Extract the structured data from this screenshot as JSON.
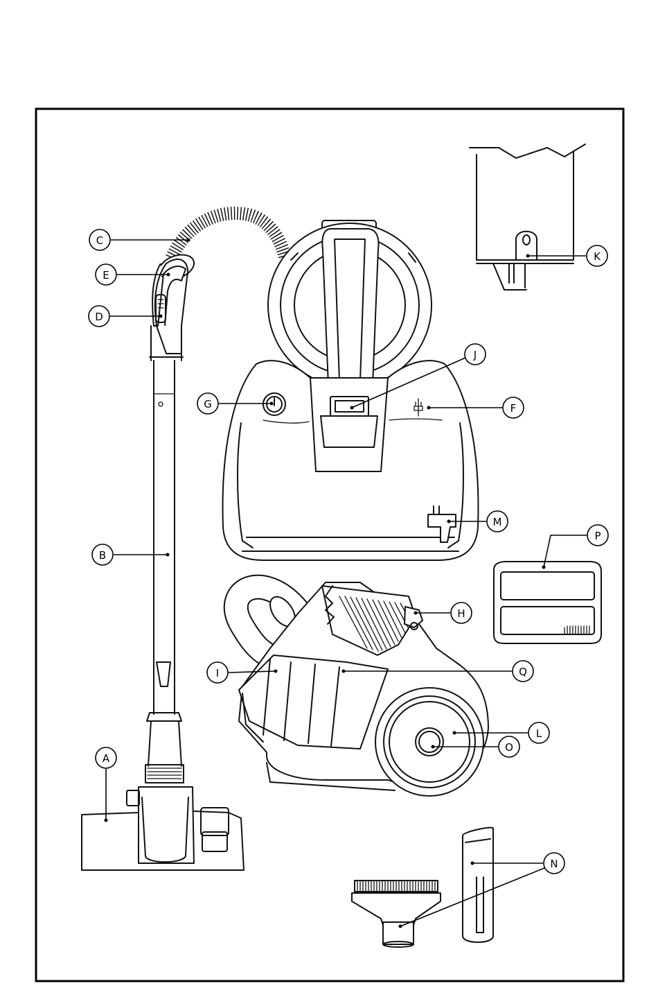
{
  "figure": {
    "callouts": {
      "A": "A",
      "B": "B",
      "C": "C",
      "D": "D",
      "E": "E",
      "F": "F",
      "G": "G",
      "H": "H",
      "I": "I",
      "J": "J",
      "K": "K",
      "L": "L",
      "M": "M",
      "N": "N",
      "O": "O",
      "P": "P",
      "Q": "Q"
    }
  }
}
